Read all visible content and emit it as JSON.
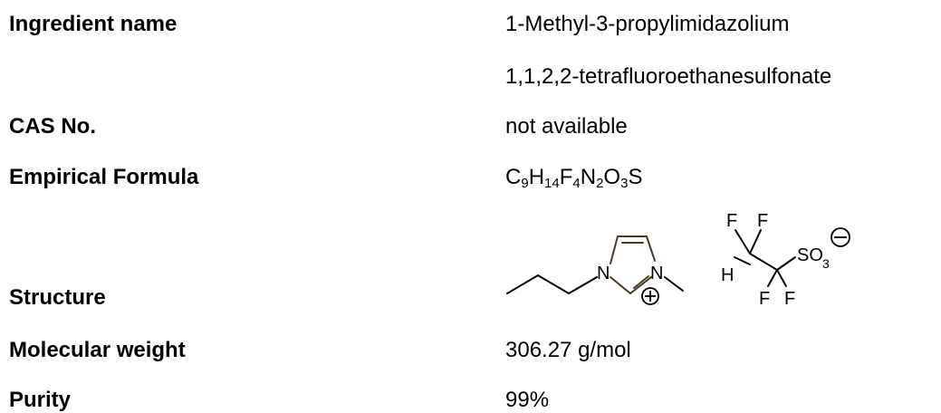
{
  "rows": {
    "ingredient": {
      "label": "Ingredient name",
      "value_line1": "1-Methyl-3-propylimidazolium",
      "value_line2": "1,1,2,2-tetrafluoroethanesulfonate"
    },
    "cas": {
      "label": "CAS No.",
      "value": "not available"
    },
    "formula": {
      "label": "Empirical Formula",
      "parts": [
        "C",
        "9",
        "H",
        "14",
        "F",
        "4",
        "N",
        "2",
        "O",
        "3",
        "S"
      ]
    },
    "structure": {
      "label": "Structure",
      "atoms": {
        "n1": "N",
        "n2": "N",
        "h": "H",
        "f1": "F",
        "f2": "F",
        "f3": "F",
        "f4": "F",
        "so": "SO",
        "so_sub": "3"
      }
    },
    "mw": {
      "label": "Molecular weight",
      "value": "306.27 g/mol"
    },
    "purity": {
      "label": "Purity",
      "value": "99%"
    }
  }
}
